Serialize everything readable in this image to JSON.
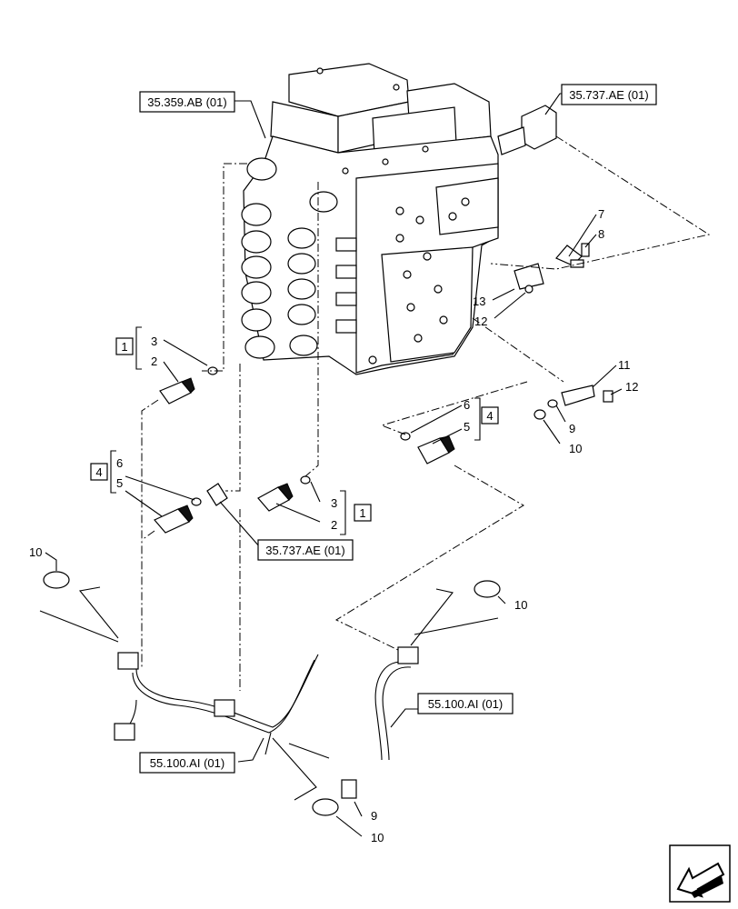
{
  "references": {
    "ref_top_left": "35.359.AB (01)",
    "ref_top_right": "35.737.AE (01)",
    "ref_mid": "35.737.AE (01)",
    "ref_harness_right": "55.100.AI (01)",
    "ref_harness_left": "55.100.AI (01)"
  },
  "boxed_numbers": {
    "left_upper": "1",
    "left_lower": "4",
    "mid_right": "1",
    "right_upper": "4"
  },
  "callouts": {
    "c7": "7",
    "c8": "8",
    "c13": "13",
    "c12a": "12",
    "c11": "11",
    "c12b": "12",
    "c9a": "9",
    "c10a": "10",
    "c3a": "3",
    "c2a": "2",
    "c6a": "6",
    "c5a": "5",
    "c6b": "6",
    "c5b": "5",
    "c3b": "3",
    "c2b": "2",
    "c10b": "10",
    "c10c": "10",
    "c9b": "9",
    "c10d": "10"
  },
  "icons": {
    "nav": "arrow-nav-icon"
  }
}
